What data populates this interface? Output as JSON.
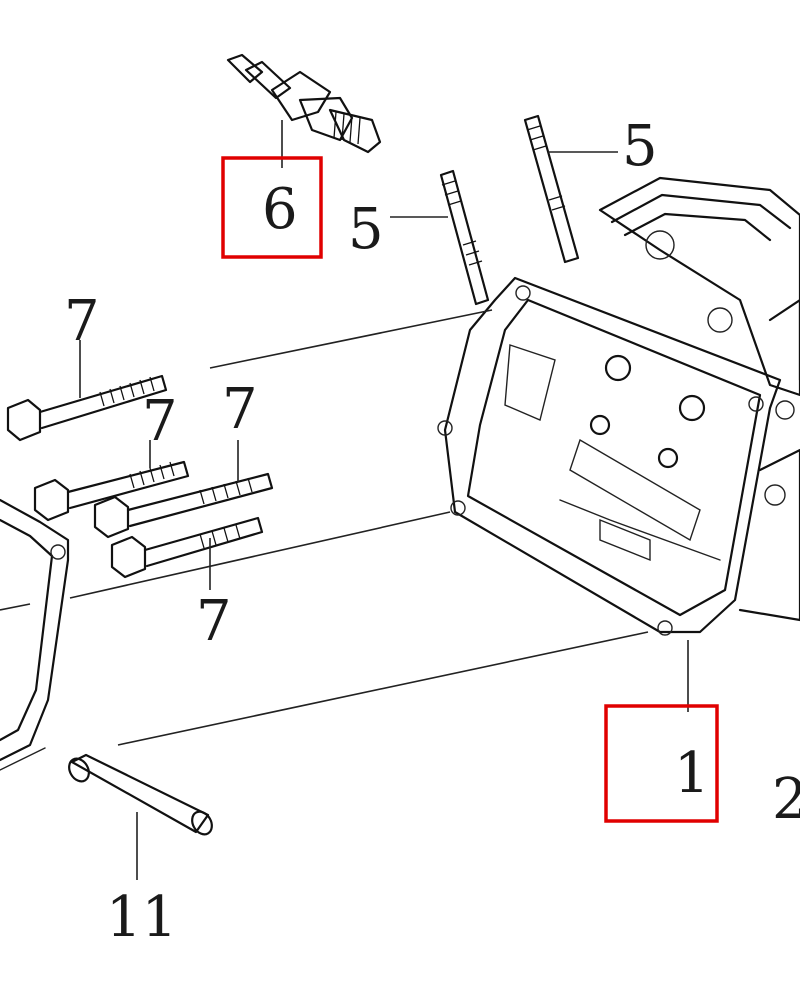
{
  "diagram": {
    "callouts": [
      {
        "id": "c-6",
        "text": "6",
        "highlighted": true
      },
      {
        "id": "c-5a",
        "text": "5",
        "highlighted": false
      },
      {
        "id": "c-5b",
        "text": "5",
        "highlighted": false
      },
      {
        "id": "c-7a",
        "text": "7",
        "highlighted": false
      },
      {
        "id": "c-7b",
        "text": "7",
        "highlighted": false
      },
      {
        "id": "c-7c",
        "text": "7",
        "highlighted": false
      },
      {
        "id": "c-7d",
        "text": "7",
        "highlighted": false
      },
      {
        "id": "c-1",
        "text": "1",
        "highlighted": true
      },
      {
        "id": "c-11",
        "text": "11",
        "highlighted": false
      },
      {
        "id": "c-2",
        "text": "2",
        "highlighted": false
      }
    ],
    "highlight_color": "#e00000",
    "line_color": "#111111"
  }
}
